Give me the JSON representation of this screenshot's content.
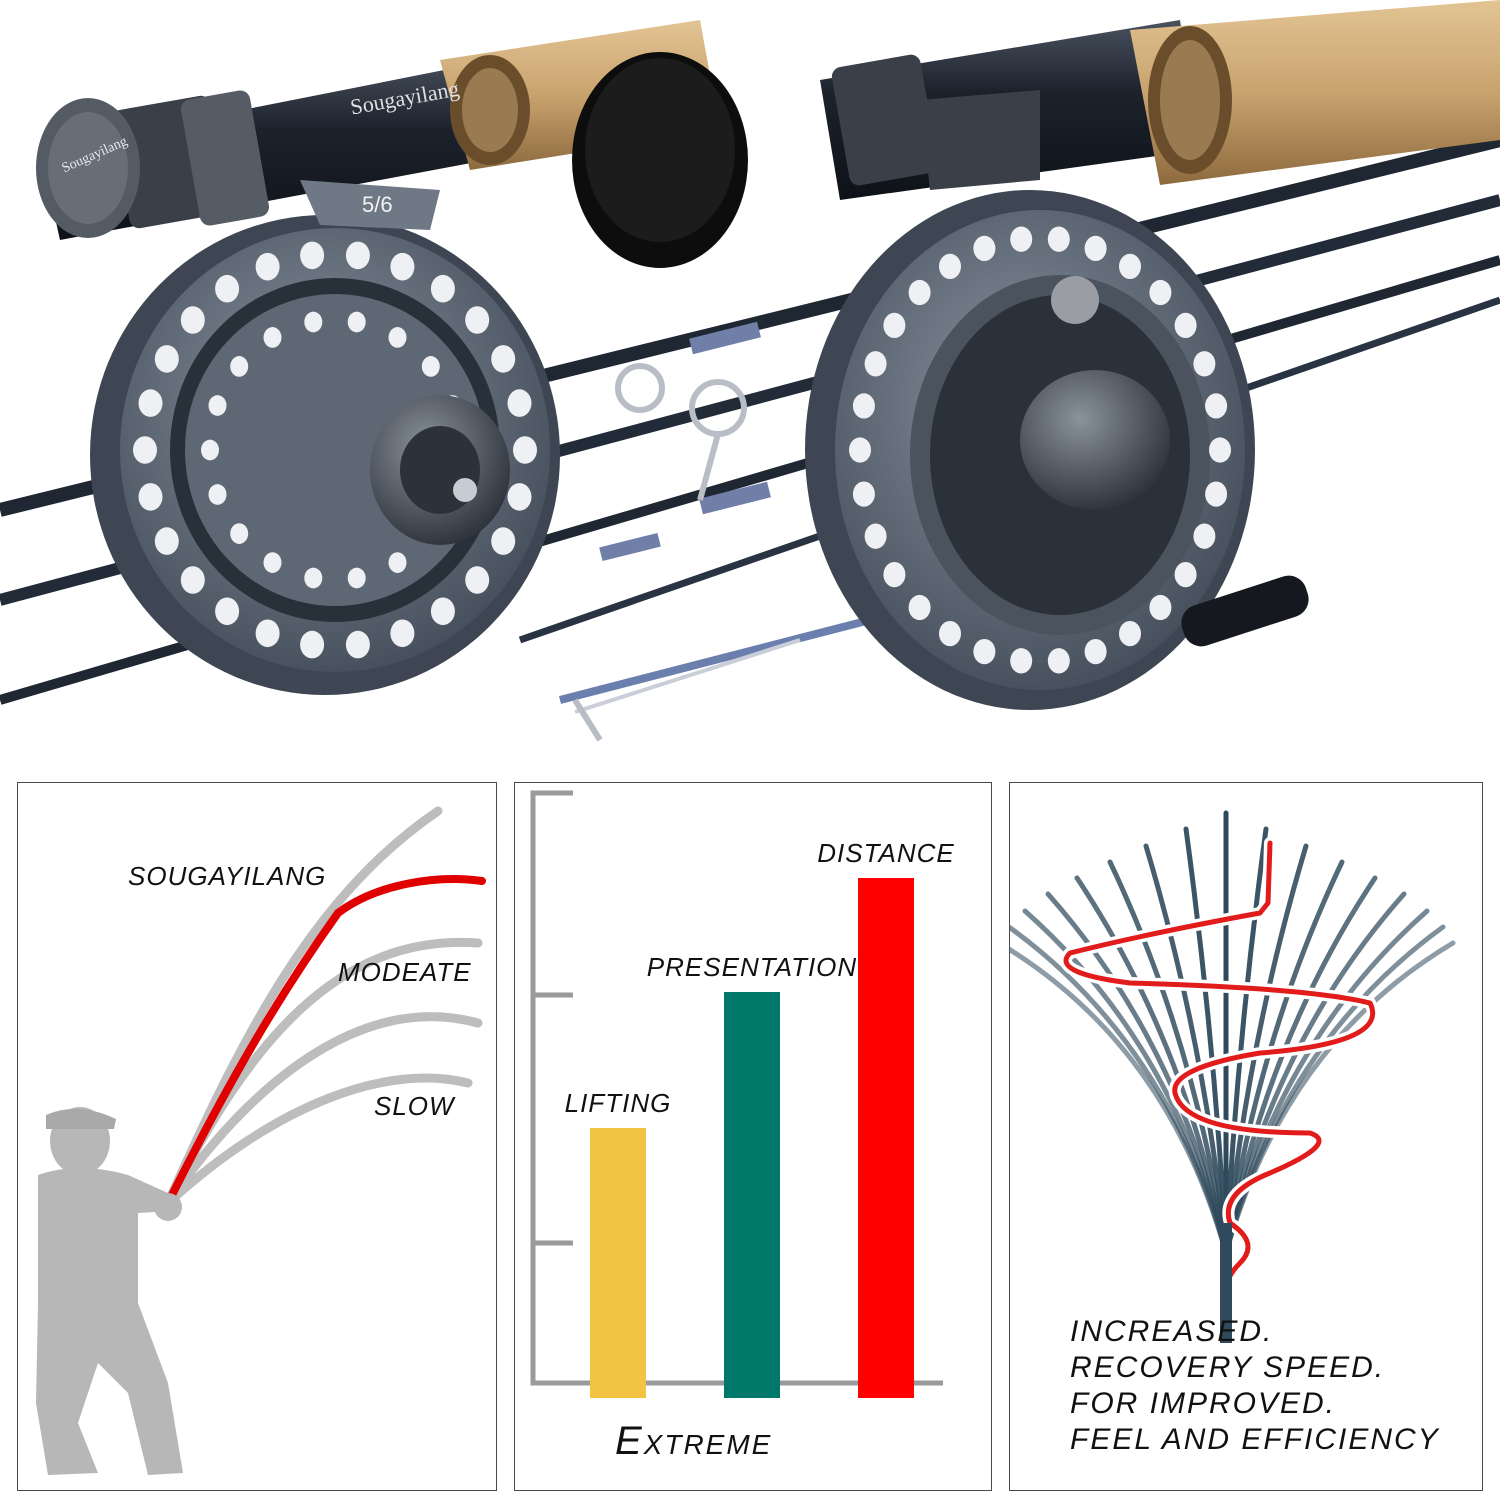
{
  "hero": {
    "rod_brand": "Sougayilang",
    "reel_cap_brand": "Sougayilang",
    "line_weight": "5/6",
    "colors": {
      "reel_body": "#5c6673",
      "cork": "#c9a36e",
      "blank": "#1f2733",
      "thread": "#6f7fa8"
    }
  },
  "action_panel": {
    "curves": [
      {
        "label": "SOUGAYILANG",
        "color": "#e00000"
      },
      {
        "label": "MODEATE",
        "color": "#bdbdbd"
      },
      {
        "label": "SLOW",
        "color": "#bdbdbd"
      }
    ]
  },
  "bars_panel": {
    "footer": "Extreme",
    "chart_data": {
      "type": "bar",
      "categories": [
        "LIFTING",
        "PRESENTATION",
        "DISTANCE"
      ],
      "values": [
        0.52,
        0.78,
        1.0
      ],
      "colors": [
        "#f3c443",
        "#00786a",
        "#ff0000"
      ]
    }
  },
  "recovery_panel": {
    "lines": [
      "INCREASED.",
      "RECOVERY SPEED.",
      "FOR IMPROVED.",
      "FEEL AND EFFICIENCY"
    ],
    "colors": {
      "fan": "#2f4a5c",
      "spiral": "#e21b1b"
    }
  }
}
